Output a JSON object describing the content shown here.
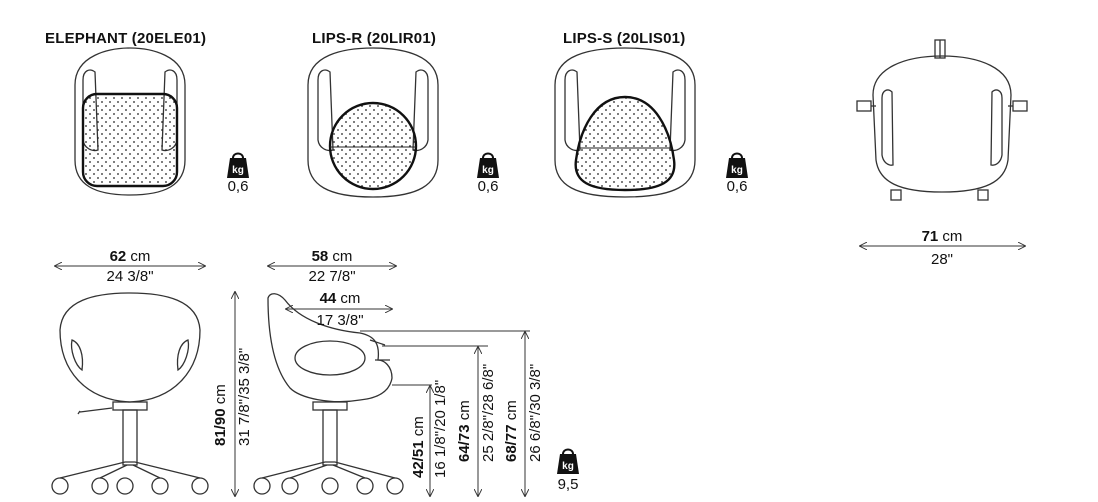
{
  "models": [
    {
      "title": "ELEPHANT (20ELE01)",
      "weight": "0,6"
    },
    {
      "title": "LIPS-R (20LIR01)",
      "weight": "0,6"
    },
    {
      "title": "LIPS-S (20LIS01)",
      "weight": "0,6"
    }
  ],
  "weight_unit": "kg",
  "base_weight": "9,5",
  "dims": {
    "top_width_value": "71",
    "top_width_unit": "cm",
    "top_width_in": "28\"",
    "front_width_value": "62",
    "front_width_unit": "cm",
    "front_width_in": "24 3/8\"",
    "side_depth_value": "58",
    "side_depth_unit": "cm",
    "side_depth_in": "22 7/8\"",
    "seat_depth_value": "44",
    "seat_depth_unit": "cm",
    "seat_depth_in": "17 3/8\"",
    "height_total_value": "81/90",
    "height_total_unit": "cm",
    "height_total_in": "31 7/8\"/35 3/8\"",
    "seat_height_value": "42/51",
    "seat_height_unit": "cm",
    "seat_height_in": "16 1/8\"/20 1/8\"",
    "arm_height_value": "64/73",
    "arm_height_unit": "cm",
    "arm_height_in": "25 2/8\"/28 6/8\"",
    "back_height_value": "68/77",
    "back_height_unit": "cm",
    "back_height_in": "26 6/8\"/30 3/8\""
  }
}
